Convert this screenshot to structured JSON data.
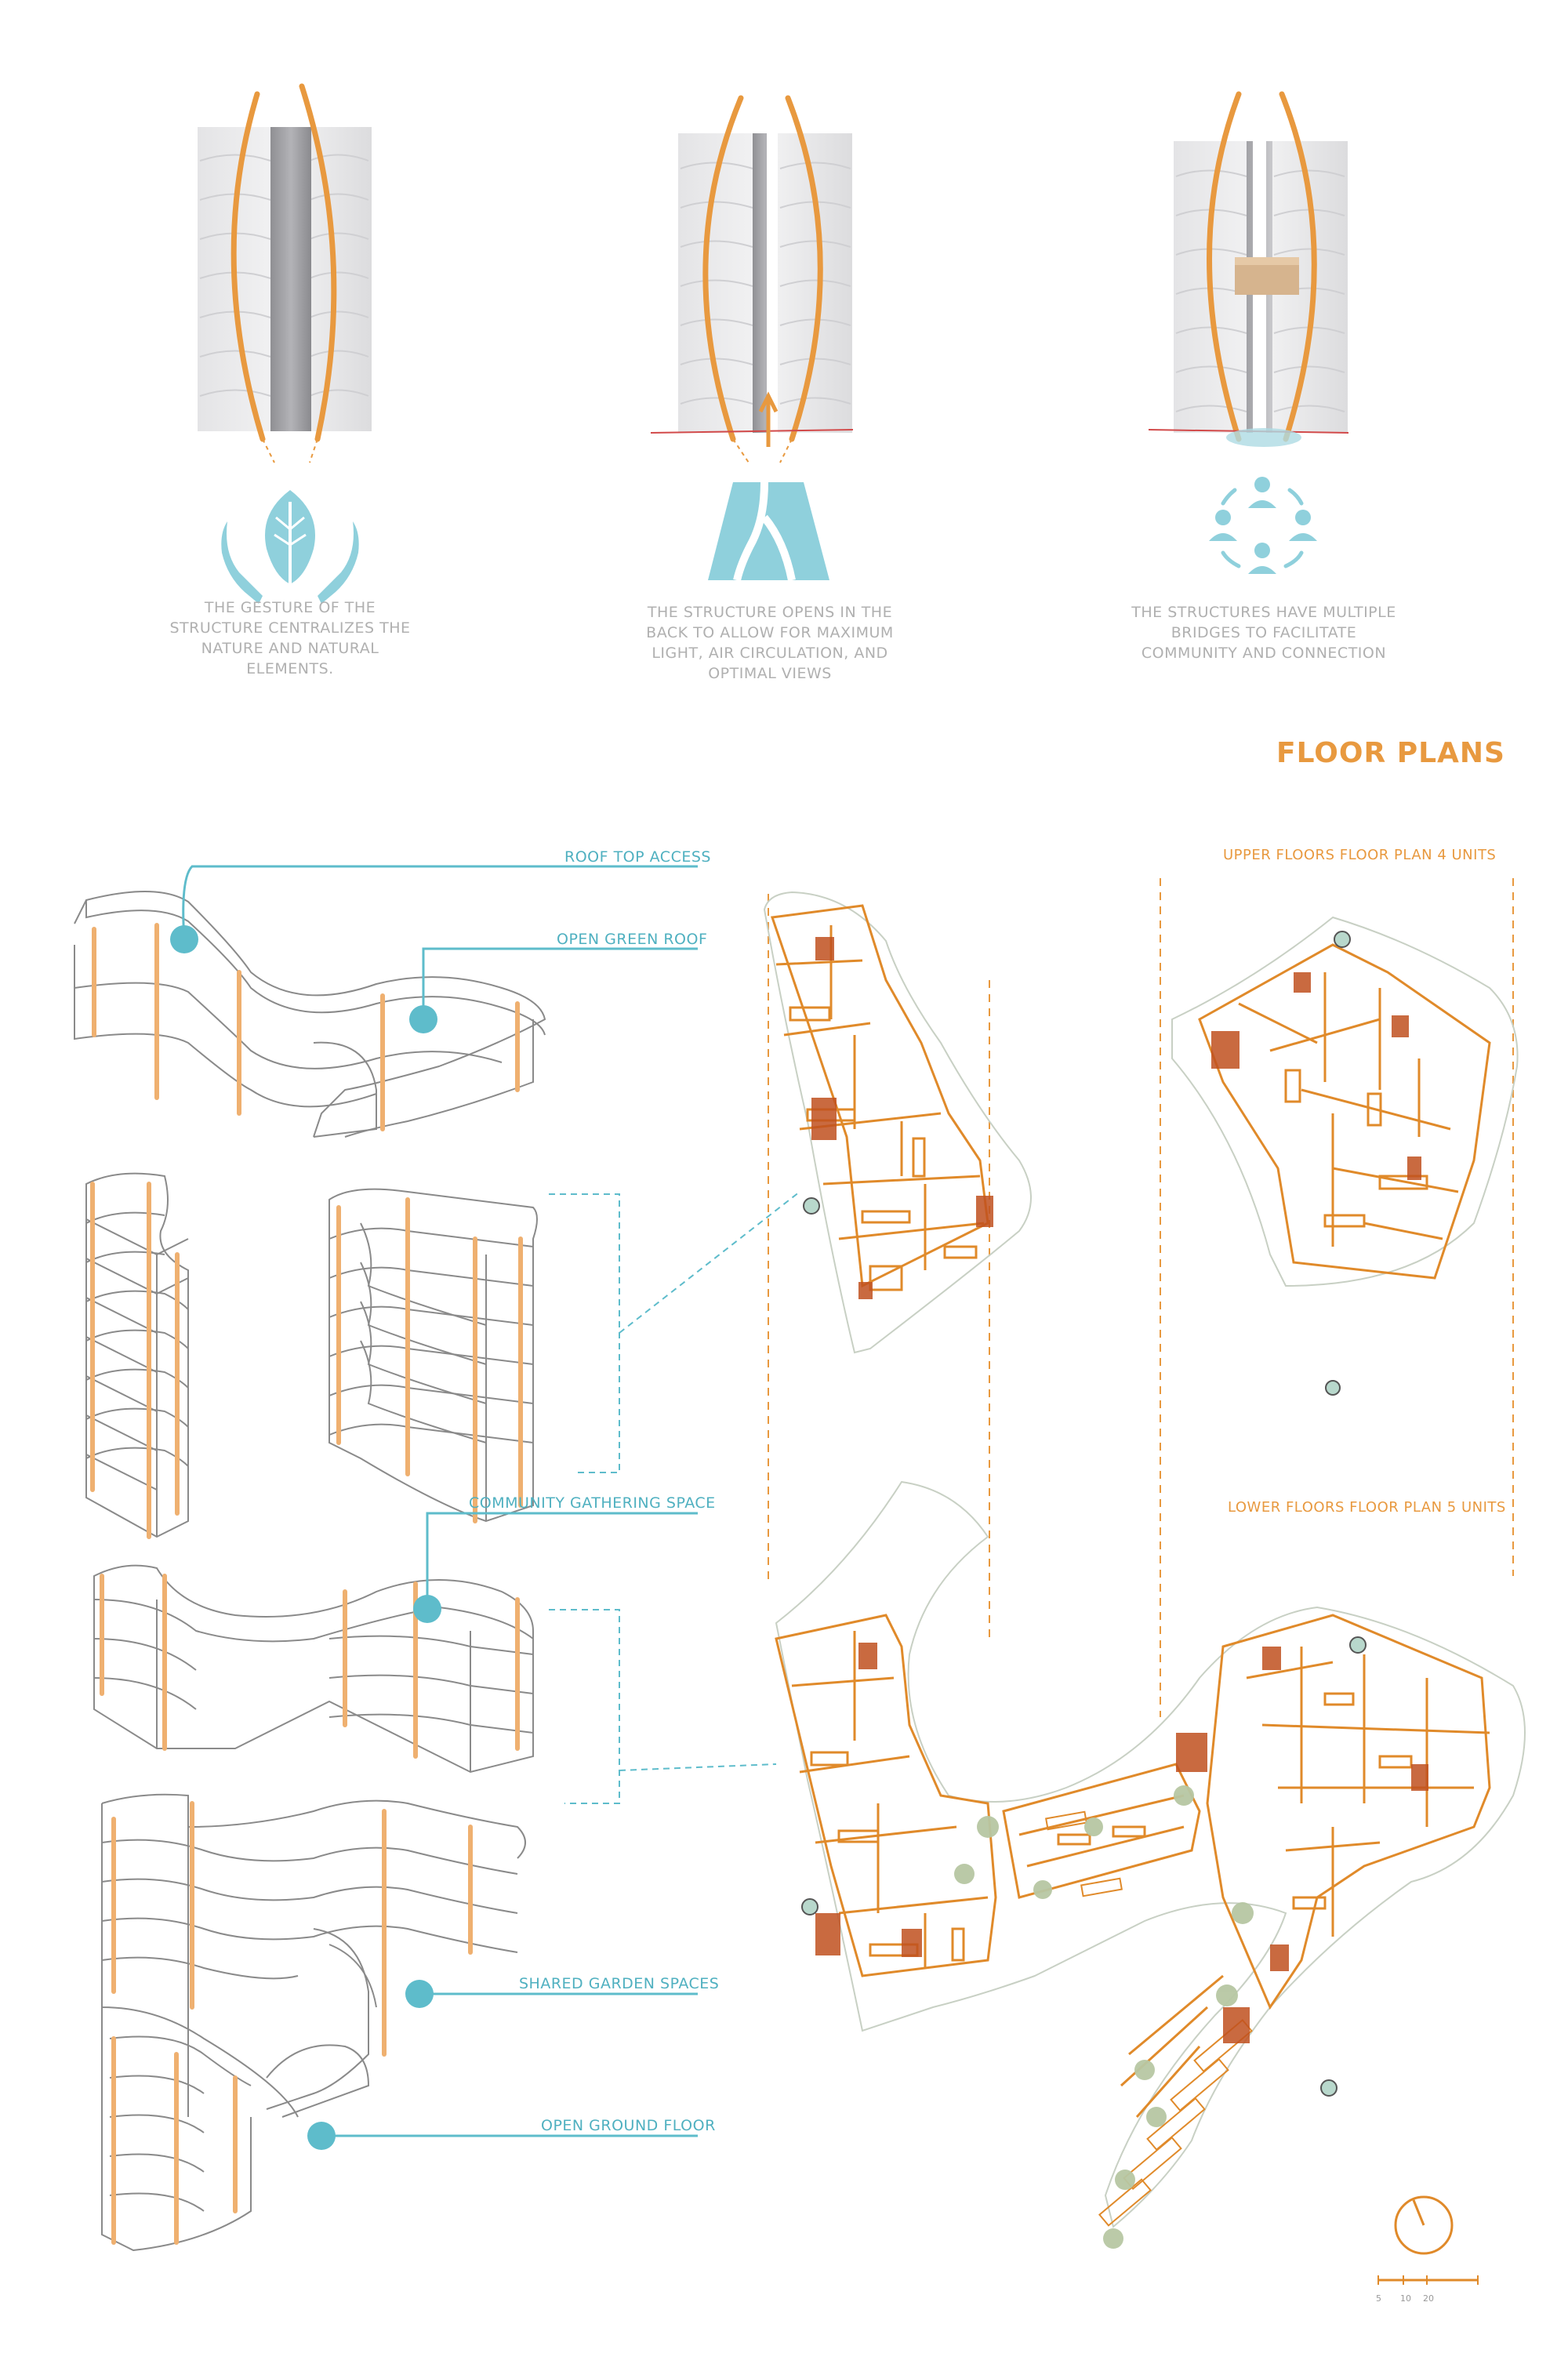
{
  "colors": {
    "accent_orange": "#e8993f",
    "accent_teal": "#5ebccb",
    "caption_gray": "#b0b0b0",
    "plan_line": "#e08a2a",
    "stair_red": "#c0501f",
    "tree_green": "#b7c7a3"
  },
  "concepts": [
    {
      "icon": "leaf-in-hands-icon",
      "caption": "The gesture of the structure centralizes  the nature and natural elements."
    },
    {
      "icon": "opening-path-icon",
      "caption": "The structure opens in the back to allow for maximum light, air circulation, and optimal views"
    },
    {
      "icon": "community-circle-icon",
      "caption": "The structures have multiple bridges to facilitate community and connection"
    }
  ],
  "section_title": "FLOOR PLANS",
  "plans": {
    "upper_label": "UPPER FLOORS FLOOR PLAN 4 UNITS",
    "lower_label": "LOWER FLOORS FLOOR PLAN 5 UNITS"
  },
  "callouts": [
    "ROOF TOP ACCESS",
    "OPEN GREEN ROOF",
    "COMMUNITY GATHERING SPACE",
    "SHARED GARDEN SPACES",
    "OPEN GROUND FLOOR"
  ],
  "scale_bar": {
    "ticks": [
      "5",
      "10",
      "20"
    ]
  },
  "icons": {
    "north_arrow": "north-arrow-icon"
  }
}
